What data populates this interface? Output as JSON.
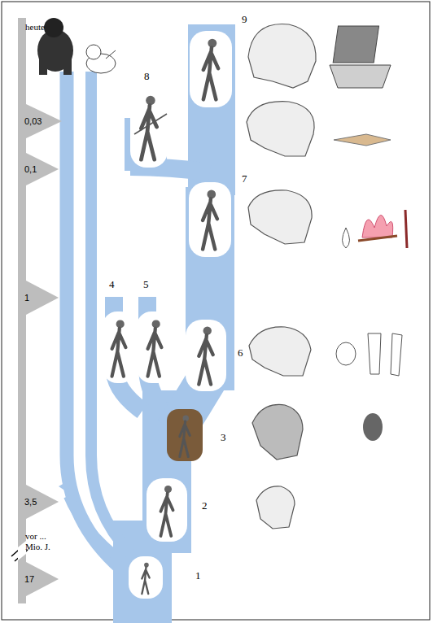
{
  "diagram": {
    "nodes": [
      {
        "text": [
          "0,03"
        ]
      },
      {
        "text": [
          "0,1"
        ]
      },
      {
        "text": [
          "1"
        ]
      },
      {
        "text": [
          "3,5"
        ]
      },
      {
        "text": [
          "17"
        ]
      }
    ],
    "labels": [
      "heute",
      "vor ... Mio. J.",
      "9",
      "8",
      "7",
      "4",
      "5",
      "6",
      "3",
      "2",
      "1"
    ]
  }
}
